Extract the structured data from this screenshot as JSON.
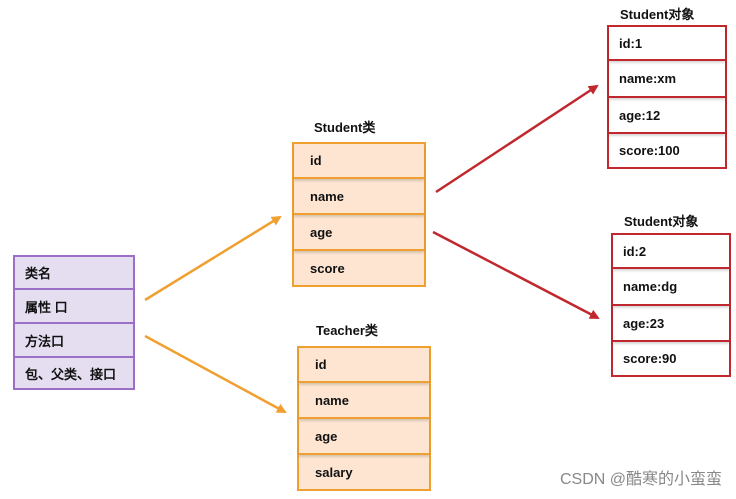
{
  "class_box": {
    "rows": [
      "类名",
      "属性 口",
      "方法口",
      "包、父类、接口"
    ]
  },
  "student_class": {
    "title": "Student类",
    "fields": [
      "id",
      "name",
      "age",
      "score"
    ]
  },
  "teacher_class": {
    "title": "Teacher类",
    "fields": [
      "id",
      "name",
      "age",
      "salary"
    ]
  },
  "student_object_1": {
    "title": "Student对象",
    "fields": [
      "id:1",
      "name:xm",
      "age:12",
      "score:100"
    ]
  },
  "student_object_2": {
    "title": "Student对象",
    "fields": [
      "id:2",
      "name:dg",
      "age:23",
      "score:90"
    ]
  },
  "watermark": "CSDN @酷寒的小蛮蛮",
  "colors": {
    "class_box_border": "#9b6fc7",
    "class_box_fill": "#e4def0",
    "class_border": "#f0a030",
    "class_fill": "#fde5d2",
    "object_border": "#c0282e",
    "arrow_orange": "#f0a030",
    "arrow_red": "#c0282e"
  }
}
